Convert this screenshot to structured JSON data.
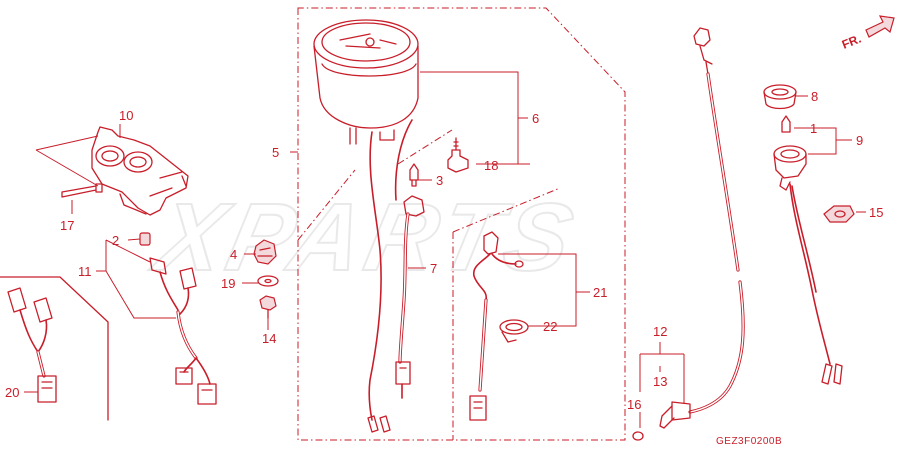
{
  "watermark": "XPARTS",
  "diagram_code": "GEZ3F0200B",
  "front_label": "FR.",
  "callouts": {
    "c1": "1",
    "c2": "2",
    "c3": "3",
    "c4": "4",
    "c5": "5",
    "c6": "6",
    "c7": "7",
    "c8": "8",
    "c9": "9",
    "c10": "10",
    "c11": "11",
    "c12": "12",
    "c13": "13",
    "c14": "14",
    "c15": "15",
    "c16": "16",
    "c17": "17",
    "c18": "18",
    "c19": "19",
    "c20": "20",
    "c21": "21",
    "c22": "22"
  },
  "colors": {
    "line": "#c81e2a",
    "background": "#ffffff",
    "watermark": "#e9e9e9"
  }
}
